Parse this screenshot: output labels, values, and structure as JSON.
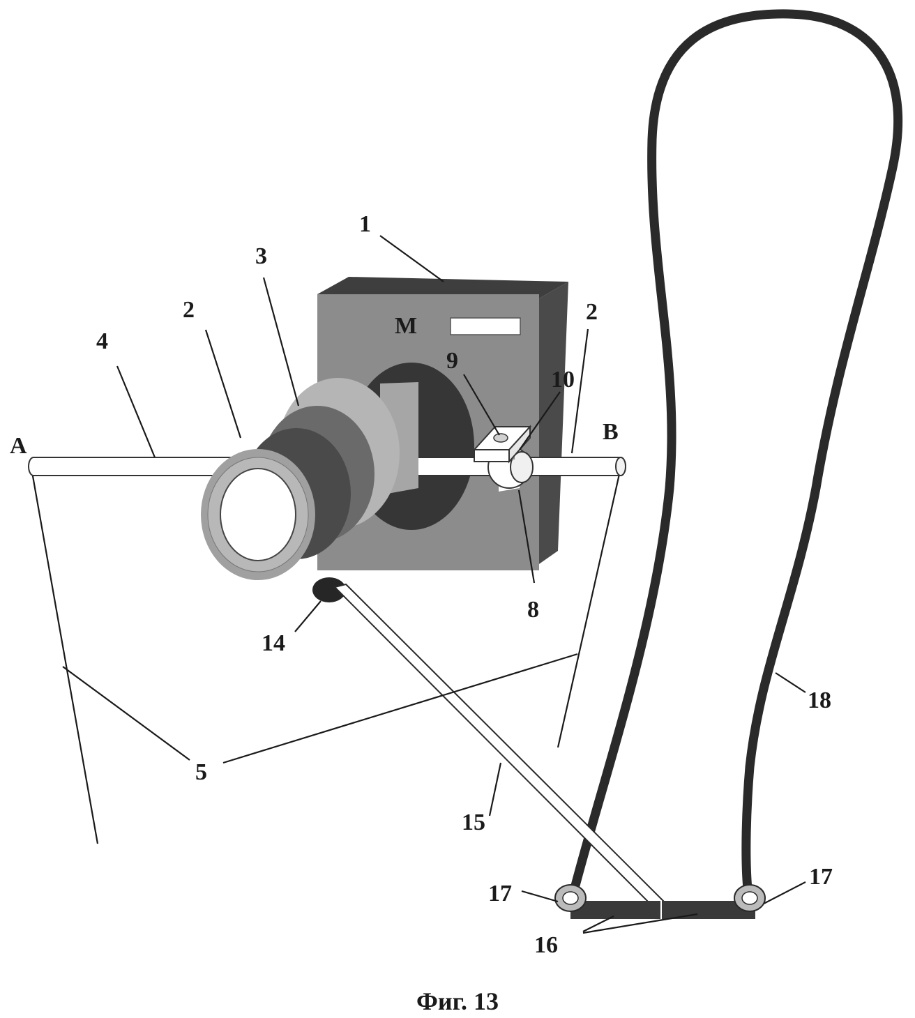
{
  "figure": {
    "caption": "Фиг. 13",
    "device_mark": "М",
    "labels": {
      "n1": "1",
      "n2_left": "2",
      "n2_right": "2",
      "n3": "3",
      "n4": "4",
      "n5": "5",
      "n8": "8",
      "n9": "9",
      "n10": "10",
      "n14": "14",
      "n15": "15",
      "n16": "16",
      "n17_left": "17",
      "n17_right": "17",
      "n18": "18",
      "point_a": "А",
      "point_b": "В"
    }
  }
}
